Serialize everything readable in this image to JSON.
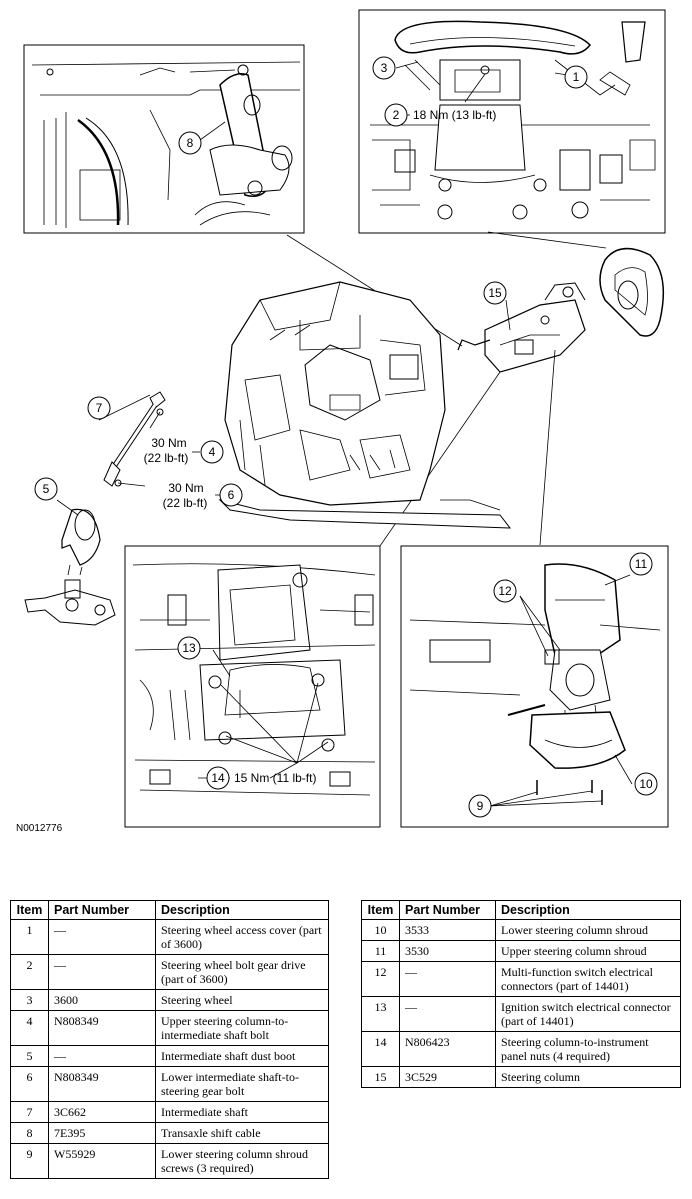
{
  "diagram": {
    "figure_id": "N0012776",
    "callouts": [
      "1",
      "2",
      "3",
      "4",
      "5",
      "6",
      "7",
      "8",
      "9",
      "10",
      "11",
      "12",
      "13",
      "14",
      "15"
    ],
    "torque_labels": {
      "bolt_gear_drive": "18 Nm (13 lb-ft)",
      "upper_shaft_bolt_nm": "30 Nm",
      "upper_shaft_bolt_lbft": "(22 lb-ft)",
      "lower_shaft_bolt_nm": "30 Nm",
      "lower_shaft_bolt_lbft": "(22 lb-ft)",
      "panel_nuts": "15 Nm (11 lb-ft)"
    }
  },
  "tables": {
    "headers": {
      "item": "Item",
      "part_number": "Part Number",
      "description": "Description"
    },
    "left": [
      {
        "item": "1",
        "part": "—",
        "desc": "Steering wheel access cover (part of 3600)"
      },
      {
        "item": "2",
        "part": "—",
        "desc": "Steering wheel bolt gear drive (part of 3600)"
      },
      {
        "item": "3",
        "part": "3600",
        "desc": "Steering wheel"
      },
      {
        "item": "4",
        "part": "N808349",
        "desc": "Upper steering column-to-intermediate shaft bolt"
      },
      {
        "item": "5",
        "part": "—",
        "desc": "Intermediate shaft dust boot"
      },
      {
        "item": "6",
        "part": "N808349",
        "desc": "Lower intermediate shaft-to-steering gear bolt"
      },
      {
        "item": "7",
        "part": "3C662",
        "desc": "Intermediate shaft"
      },
      {
        "item": "8",
        "part": "7E395",
        "desc": "Transaxle shift cable"
      },
      {
        "item": "9",
        "part": "W55929",
        "desc": "Lower steering column shroud screws (3 required)"
      }
    ],
    "right": [
      {
        "item": "10",
        "part": "3533",
        "desc": "Lower steering column shroud"
      },
      {
        "item": "11",
        "part": "3530",
        "desc": "Upper steering column shroud"
      },
      {
        "item": "12",
        "part": "—",
        "desc": "Multi-function switch electrical connectors (part of 14401)"
      },
      {
        "item": "13",
        "part": "—",
        "desc": "Ignition switch electrical connector (part of 14401)"
      },
      {
        "item": "14",
        "part": "N806423",
        "desc": "Steering column-to-instrument panel nuts (4 required)"
      },
      {
        "item": "15",
        "part": "3C529",
        "desc": "Steering column"
      }
    ]
  }
}
